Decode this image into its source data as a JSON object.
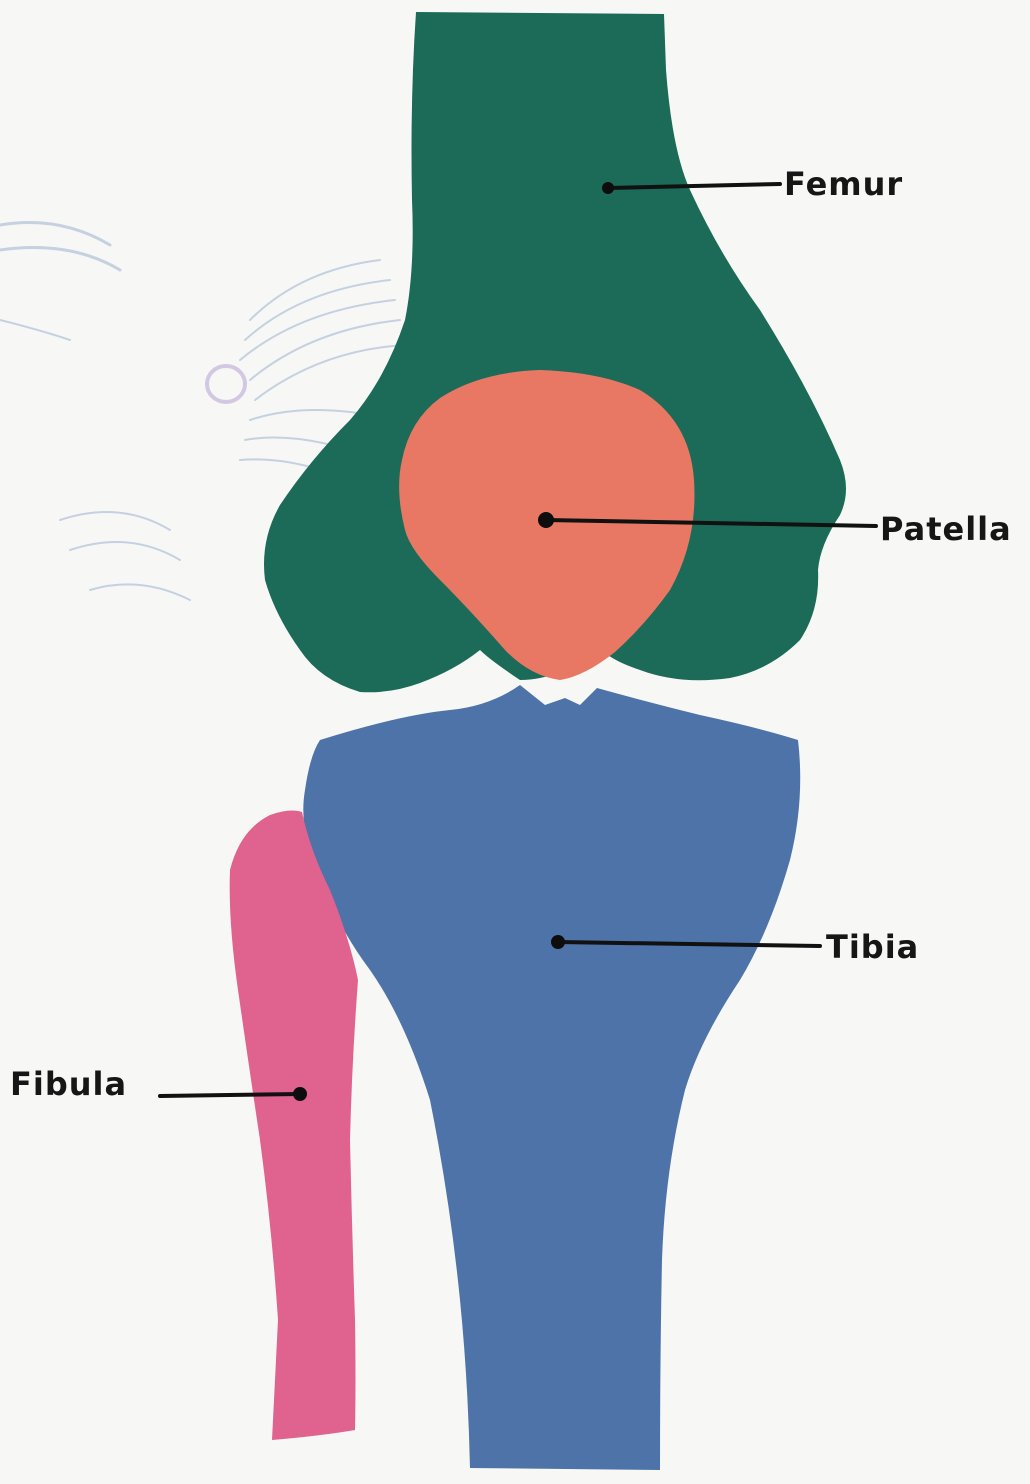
{
  "labels": {
    "femur": "Femur",
    "patella": "Patella",
    "tibia": "Tibia",
    "fibula": "Fibula"
  },
  "colors": {
    "background": "#f7f7f5",
    "femur": "#1b6b58",
    "patella": "#e87863",
    "tibia": "#4d73a8",
    "fibula": "#e0638f",
    "faint_sketch": "#8aa4c8",
    "faint_circle": "#a990c9"
  }
}
